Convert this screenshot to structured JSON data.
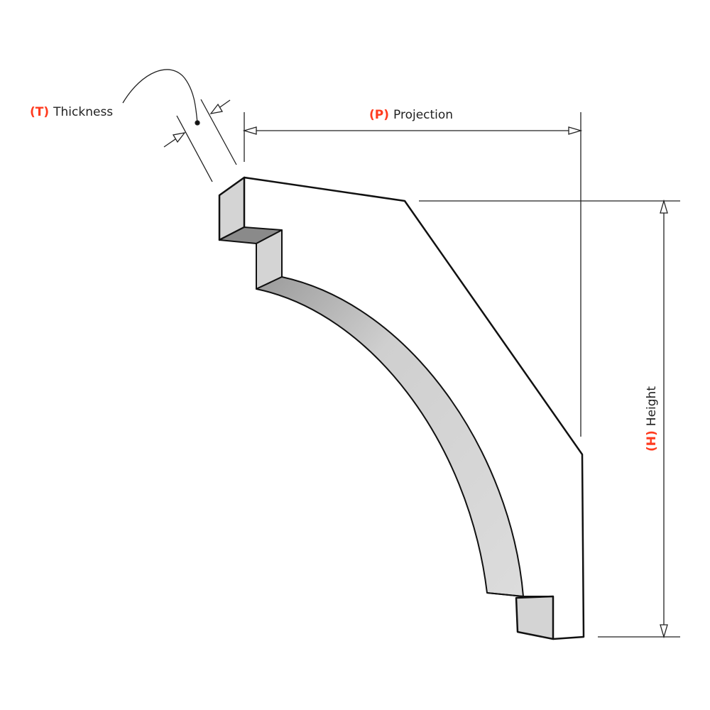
{
  "colors": {
    "accent": "#ff3b1f",
    "face_light": "#d4d4d4",
    "face_dark": "#8a8a8a",
    "line": "#111111"
  },
  "labels": {
    "thickness": {
      "key": "(T)",
      "text": "Thickness"
    },
    "projection": {
      "key": "(P)",
      "text": "Projection"
    },
    "height": {
      "key": "(H)",
      "text": "Height"
    }
  }
}
